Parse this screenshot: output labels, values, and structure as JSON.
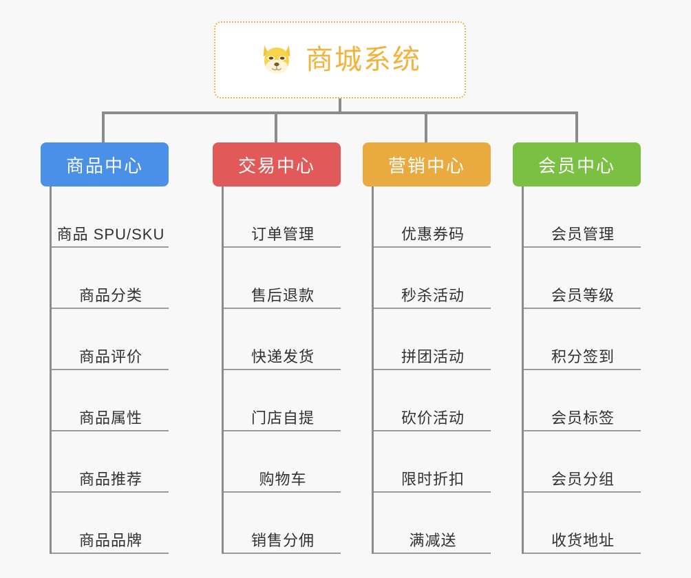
{
  "page": {
    "background_color": "#f8f8f8",
    "type": "mind-map"
  },
  "root": {
    "title": "商城系统",
    "icon": "shiba-dog-face-icon",
    "text_color": "#f2b33d",
    "border_color": "#f0b24a"
  },
  "branches": [
    {
      "label": "商品中心",
      "color": "#4a90e8",
      "items": [
        "商品 SPU/SKU",
        "商品分类",
        "商品评价",
        "商品属性",
        "商品推荐",
        "商品品牌"
      ]
    },
    {
      "label": "交易中心",
      "color": "#e2595a",
      "items": [
        "订单管理",
        "售后退款",
        "快递发货",
        "门店自提",
        "购物车",
        "销售分佣"
      ]
    },
    {
      "label": "营销中心",
      "color": "#e9ab40",
      "items": [
        "优惠券码",
        "秒杀活动",
        "拼团活动",
        "砍价活动",
        "限时折扣",
        "满减送"
      ]
    },
    {
      "label": "会员中心",
      "color": "#7ac143",
      "items": [
        "会员管理",
        "会员等级",
        "积分签到",
        "会员标签",
        "会员分组",
        "收货地址"
      ]
    }
  ],
  "connectors": {
    "line_color": "#8c8c8c",
    "divider_color": "#9a9a9a"
  }
}
